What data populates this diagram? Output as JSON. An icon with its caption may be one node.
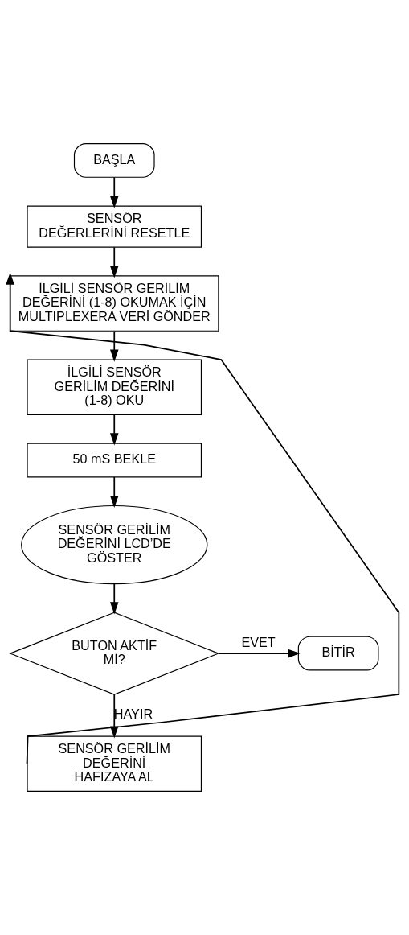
{
  "diagram": {
    "nodes": [
      {
        "text": [
          "BAŞLA"
        ]
      },
      {
        "text": [
          "SENSÖR DEĞERLERİNİ RESETLE"
        ]
      },
      {
        "text": [
          "İLGİLİ SENSÖR GERİLİM DEĞERİNİ (1-8) OKUMAK İÇİN MULTIPLEXERA VERİ GÖNDER"
        ]
      },
      {
        "text": [
          "İLGİLİ SENSÖR GERİLİM DEĞERİNİ (1-8) OKU"
        ]
      },
      {
        "text": [
          "50 mS BEKLE"
        ]
      },
      {
        "text": [
          "SENSÖR GERİLİM DEĞERİNİ LCD’DE GÖSTER"
        ]
      },
      {
        "text": [
          "BUTON AKTİF Mİ?"
        ]
      },
      {
        "text": [
          "BİTİR"
        ]
      },
      {
        "text": [
          "SENSÖR GERİLİM DEĞERİNİ HAFIZAYA AL"
        ]
      }
    ],
    "edges": [
      {
        "from": 0,
        "to": 1,
        "arrow": "to"
      },
      {
        "from": 1,
        "to": 2,
        "arrow": "to"
      },
      {
        "from": 2,
        "to": 3,
        "arrow": "to"
      },
      {
        "from": 3,
        "to": 4,
        "arrow": "to"
      },
      {
        "from": 4,
        "to": 5,
        "arrow": "to"
      },
      {
        "from": 5,
        "to": 6,
        "arrow": "to"
      },
      {
        "from": 6,
        "to": 7,
        "label": "EVET",
        "arrow": "to"
      },
      {
        "from": 6,
        "to": 8,
        "label": "HAYIR",
        "arrow": "to"
      },
      {
        "from": 8,
        "to": 2,
        "arrow": "to"
      }
    ]
  }
}
